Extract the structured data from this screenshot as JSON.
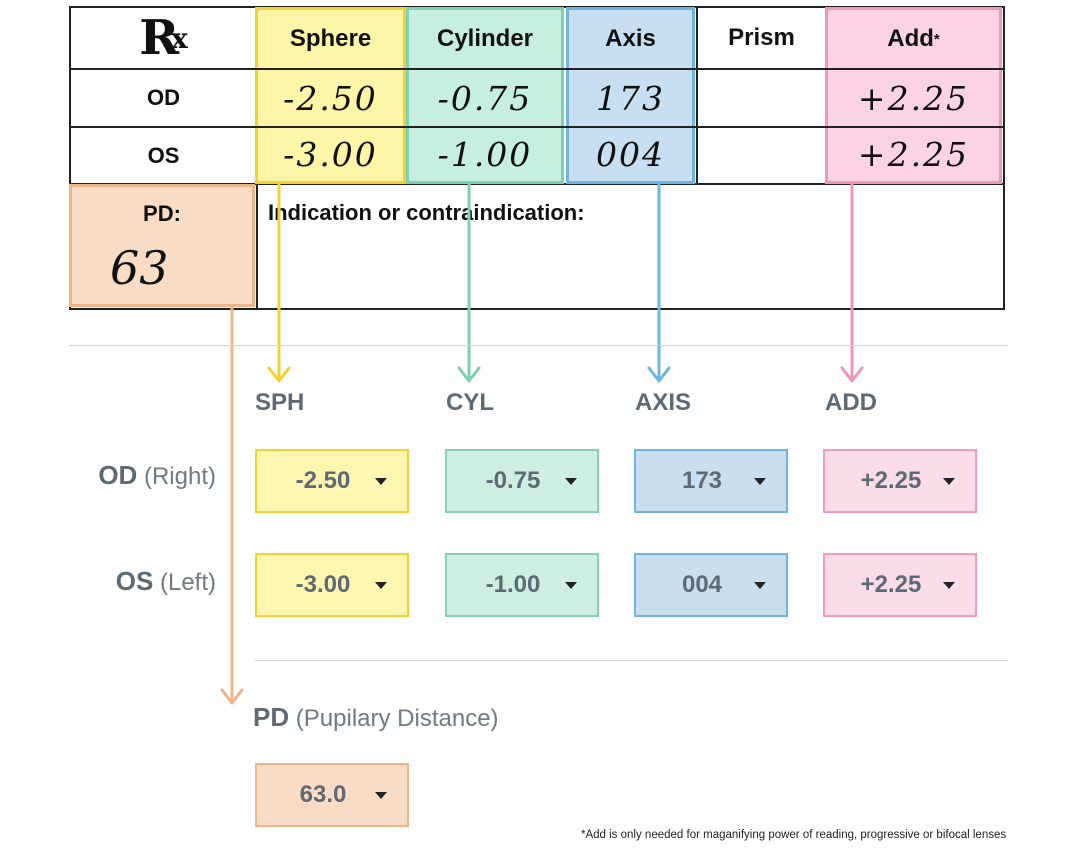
{
  "prescription": {
    "rx_symbol": "R",
    "rx_symbol_sub": "x",
    "headers": {
      "sphere": "Sphere",
      "cylinder": "Cylinder",
      "axis": "Axis",
      "prism": "Prism",
      "add": "Add",
      "add_mark": "*"
    },
    "od": {
      "label": "OD",
      "sphere": "-2.50",
      "cylinder": "-0.75",
      "axis": "173",
      "add": "+2.25"
    },
    "os": {
      "label": "OS",
      "sphere": "-3.00",
      "cylinder": "-1.00",
      "axis": "004",
      "add": "+2.25"
    },
    "pd_label": "PD:",
    "pd_value": "63",
    "indication": "Indication or contraindication:"
  },
  "form": {
    "columns": {
      "sph": "SPH",
      "cyl": "CYL",
      "axis": "AXIS",
      "add": "ADD"
    },
    "od": {
      "label": "OD",
      "sub": "(Right)",
      "sph": "-2.50",
      "cyl": "-0.75",
      "axis": "173",
      "add": "+2.25"
    },
    "os": {
      "label": "OS",
      "sub": "(Left)",
      "sph": "-3.00",
      "cyl": "-1.00",
      "axis": "004",
      "add": "+2.25"
    },
    "pd": {
      "label": "PD",
      "sub": "(Pupilary Distance)",
      "value": "63.0"
    }
  },
  "footnote": "*Add is only needed for maganifying power of reading, progressive or bifocal lenses",
  "colors": {
    "sphere": "#f2d230",
    "cylinder": "#7fcfb3",
    "axis": "#6fb4dd",
    "add": "#ee97bd",
    "pd": "#f0b48b"
  }
}
